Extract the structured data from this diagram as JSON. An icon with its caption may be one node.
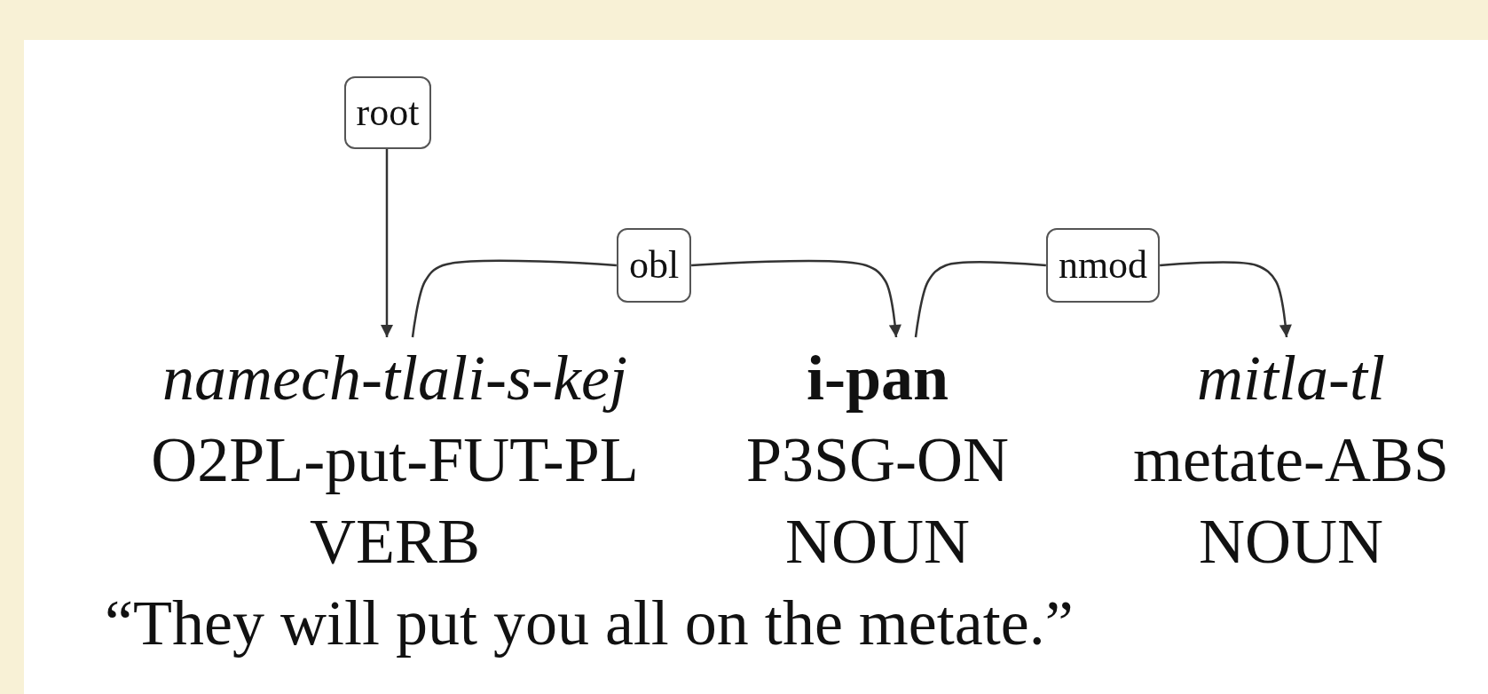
{
  "diagram": {
    "nodes": [
      {
        "text": [
          "root"
        ]
      },
      {
        "text": [
          "obl"
        ]
      },
      {
        "text": [
          "nmod"
        ]
      },
      {
        "text": [
          "namech-tlali-s-kej",
          "O2PL-put-FUT-PL",
          "VERB"
        ]
      },
      {
        "text": [
          "i-pan",
          "P3SG-ON",
          "NOUN"
        ]
      },
      {
        "text": [
          "mitla-tl",
          "metate-ABS",
          "NOUN"
        ]
      }
    ],
    "edges": [
      {
        "from": 0,
        "to": 3,
        "arrow": "to"
      },
      {
        "from": 3,
        "to": 1,
        "arrow": "none"
      },
      {
        "from": 1,
        "to": 4,
        "arrow": "to"
      },
      {
        "from": 4,
        "to": 2,
        "arrow": "none"
      },
      {
        "from": 2,
        "to": 5,
        "arrow": "to"
      }
    ],
    "labels": [
      "“They will put you all on the metate.”"
    ]
  }
}
